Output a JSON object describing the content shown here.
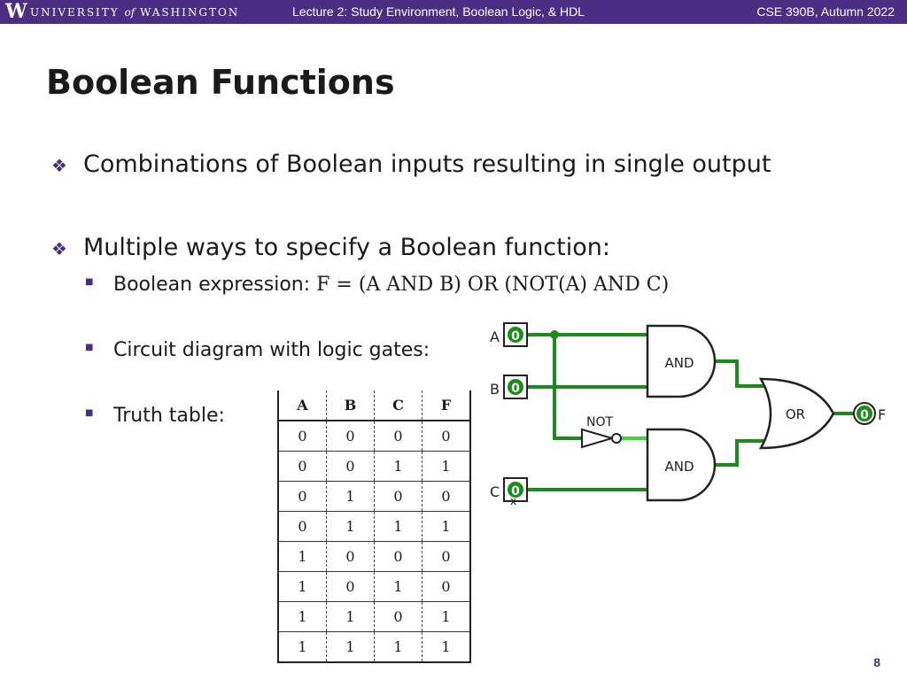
{
  "header": {
    "logo_letter": "W",
    "university_pre": "UNIVERSITY",
    "university_of": "of",
    "university_post": "WASHINGTON",
    "lecture": "Lecture 2: Study Environment, Boolean Logic, & HDL",
    "course": "CSE 390B, Autumn 2022"
  },
  "slide": {
    "title": "Boolean Functions",
    "bullet1": "Combinations of Boolean inputs resulting in single output",
    "bullet2": "Multiple ways to specify a Boolean function:",
    "sub_expression_label": "Boolean expression: ",
    "sub_expression": "F = (A AND B) OR (NOT(A) AND C)",
    "sub_circuit": "Circuit diagram with logic gates:",
    "sub_truth": "Truth table:"
  },
  "truth_table": {
    "headers": [
      "A",
      "B",
      "C",
      "F"
    ],
    "rows": [
      [
        "0",
        "0",
        "0",
        "0"
      ],
      [
        "0",
        "0",
        "1",
        "1"
      ],
      [
        "0",
        "1",
        "0",
        "0"
      ],
      [
        "0",
        "1",
        "1",
        "1"
      ],
      [
        "1",
        "0",
        "0",
        "0"
      ],
      [
        "1",
        "0",
        "1",
        "0"
      ],
      [
        "1",
        "1",
        "0",
        "1"
      ],
      [
        "1",
        "1",
        "1",
        "1"
      ]
    ]
  },
  "circuit": {
    "input_a_label": "A",
    "input_b_label": "B",
    "input_c_label": "C",
    "input_a_value": "0",
    "input_b_value": "0",
    "input_c_value": "0",
    "gate_and1": "AND",
    "gate_and2": "AND",
    "gate_or": "OR",
    "gate_not": "NOT",
    "output_label": "F",
    "output_value": "0",
    "c_marker": "x",
    "wire_color": "#1a8c1a",
    "wire_active_color": "#33dd33"
  },
  "footer": {
    "page_number": "8"
  }
}
